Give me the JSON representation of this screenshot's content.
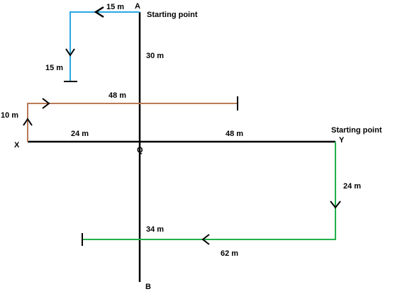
{
  "diagram": {
    "points": {
      "a": "A",
      "b": "B",
      "q": "Q",
      "x": "X",
      "y": "Y",
      "start_a": "Starting point",
      "start_y": "Starting point"
    },
    "distances": {
      "blue_top": "15 m",
      "blue_down": "15 m",
      "upper_axis": "30 m",
      "brown_horizontal": "48 m",
      "brown_vertical": "10 m",
      "left_axis": "24 m",
      "right_axis": "48 m",
      "green_vertical": "24 m",
      "green_horizontal": "62 m",
      "lower_axis": "34 m"
    },
    "colors": {
      "axis": "#000000",
      "blue_path": "#29a8e0",
      "brown_path": "#b97a56",
      "green_path": "#22b14c"
    }
  }
}
